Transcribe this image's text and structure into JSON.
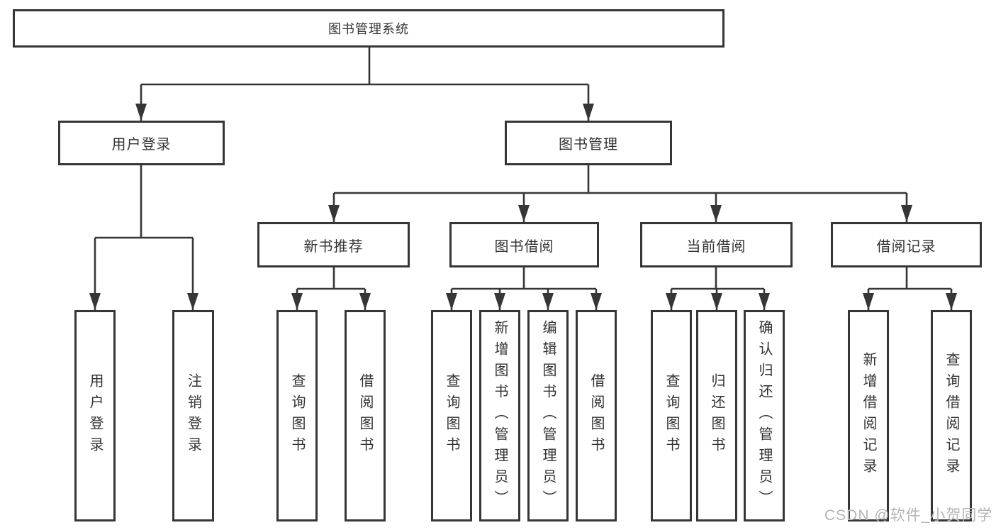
{
  "colors": {
    "line": "#363636",
    "text": "#333333",
    "watermark": "#b5b5b5",
    "background": "#ffffff"
  },
  "diagram": {
    "root": {
      "label": "图书管理系统"
    },
    "level2": [
      {
        "label": "用户登录"
      },
      {
        "label": "图书管理"
      }
    ],
    "level3": [
      {
        "label": "新书推荐",
        "parent": "图书管理"
      },
      {
        "label": "图书借阅",
        "parent": "图书管理"
      },
      {
        "label": "当前借阅",
        "parent": "图书管理"
      },
      {
        "label": "借阅记录",
        "parent": "图书管理"
      }
    ],
    "leaves": [
      {
        "label": "用户登录",
        "parent": "用户登录"
      },
      {
        "label": "注销登录",
        "parent": "用户登录"
      },
      {
        "label": "查询图书",
        "parent": "新书推荐"
      },
      {
        "label": "借阅图书",
        "parent": "新书推荐"
      },
      {
        "label": "查询图书",
        "parent": "图书借阅"
      },
      {
        "label": "新增图书（管理员）",
        "parent": "图书借阅"
      },
      {
        "label": "编辑图书（管理员）",
        "parent": "图书借阅"
      },
      {
        "label": "借阅图书",
        "parent": "图书借阅"
      },
      {
        "label": "查询图书",
        "parent": "当前借阅"
      },
      {
        "label": "归还图书",
        "parent": "当前借阅"
      },
      {
        "label": "确认归还（管理员）",
        "parent": "当前借阅"
      },
      {
        "label": "新增借阅记录",
        "parent": "借阅记录"
      },
      {
        "label": "查询借阅记录",
        "parent": "借阅记录"
      }
    ]
  },
  "watermark": {
    "text": "CSDN @软件_小贺同学"
  }
}
